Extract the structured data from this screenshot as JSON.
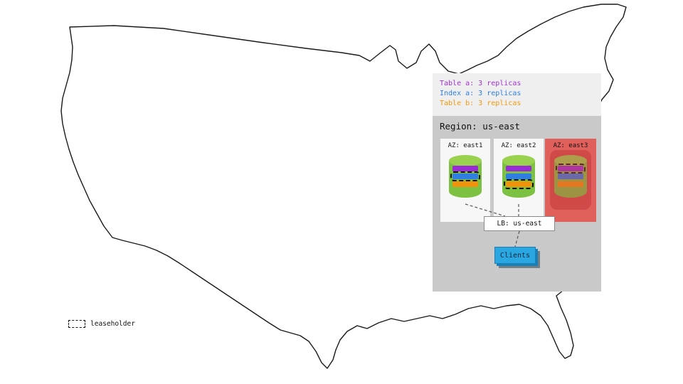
{
  "legend": {
    "items": [
      {
        "label": "Table a: 3 replicas",
        "color": "#a032d4"
      },
      {
        "label": "Index a: 3 replicas",
        "color": "#2f7fe0"
      },
      {
        "label": "Table b: 3 replicas",
        "color": "#f2990f"
      }
    ]
  },
  "region": {
    "title": "Region: us-east",
    "azs": [
      {
        "label": "AZ: east1",
        "status": "up",
        "leaseholder_of": "Index a"
      },
      {
        "label": "AZ: east2",
        "status": "up",
        "leaseholder_of": "Table b"
      },
      {
        "label": "AZ: east3",
        "status": "down",
        "leaseholder_of": "Table a"
      }
    ],
    "load_balancer": {
      "label": "LB: us-east"
    },
    "clients": {
      "label": "Clients"
    }
  },
  "colors": {
    "table_a_replica": "#9a2ad6",
    "index_a_replica": "#2f7fe0",
    "table_b_replica": "#f2930d",
    "az_down_bg": "#e0605c",
    "cylinder_green": "#7cc142",
    "clients_blue": "#2aa7e0"
  },
  "map_legend": {
    "leaseholder_label": "leaseholder"
  }
}
